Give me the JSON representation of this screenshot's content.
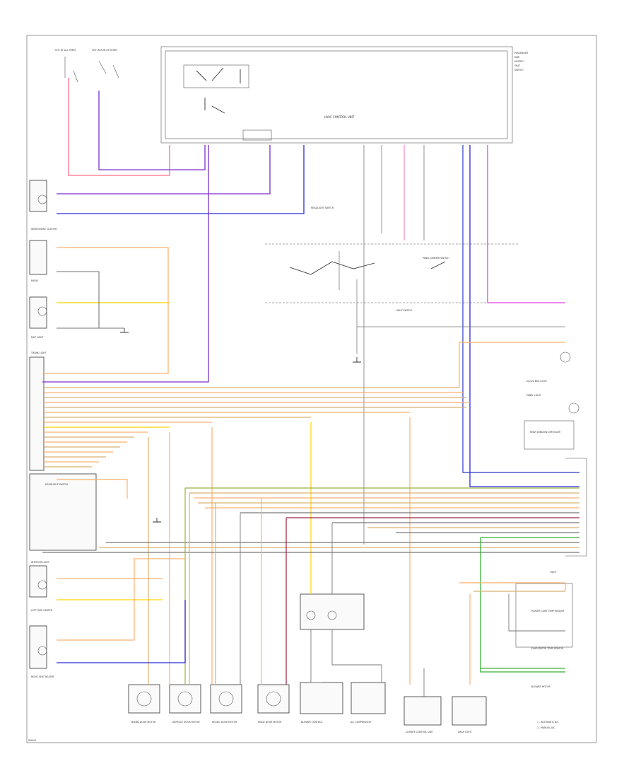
{
  "diagram": {
    "control_unit": "HVAC CONTROL UNIT",
    "right_labels": [
      "PASSENGER",
      "SIDE",
      "HEATED",
      "SEAT",
      "SWITCH"
    ],
    "top_left_labels": [
      "HOT AT ALL TIMES",
      "HOT IN RUN OR START"
    ],
    "left_components": [
      "INSTRUMENT CLUSTER",
      "RADIO",
      "MAP LIGHT",
      "TRUNK LIGHT",
      "HEADLIGHT SWITCH",
      "INTERIOR LIGHT",
      "LEFT SEAT HEATER",
      "RIGHT SEAT HEATER"
    ],
    "center_labels": [
      "LIGHT SWITCH",
      "PANEL DIMMER SWITCH",
      "HEADLIGHT SWITCH"
    ],
    "right_components": [
      "GLOVE BOX LIGHT",
      "PANEL LIGHT",
      "REAR WINDOW DEFOGGER",
      "LIGHT",
      "HEATER CORE TEMP SENSOR",
      "EVAPORATOR TEMP SENSOR",
      "BLOWER MOTOR"
    ],
    "bottom_components": [
      "BLEND DOOR MOTOR",
      "DEFROST DOOR MOTOR",
      "RECIRC DOOR MOTOR",
      "MODE DOOR MOTOR",
      "BLOWER CONTROL",
      "A/C COMPRESSOR",
      "CLIMATE CONTROL UNIT",
      "DASH LIGHT"
    ],
    "legend": [
      "1 - AUTOMATIC A/C",
      "2 - MANUAL A/C"
    ],
    "page_id": "W0001"
  },
  "colors": {
    "red": "#ff6f88",
    "pink": "#ff8fc8",
    "purple": "#7a2fd1",
    "blue": "#2a2ad8",
    "navy": "#2b36c8",
    "orange": "#ffb070",
    "yellow": "#ffd400",
    "green": "#35b035",
    "olive": "#9db040",
    "tan": "#d9b070",
    "maroon": "#a02040",
    "gray": "#777777",
    "magenta": "#e040e0"
  }
}
